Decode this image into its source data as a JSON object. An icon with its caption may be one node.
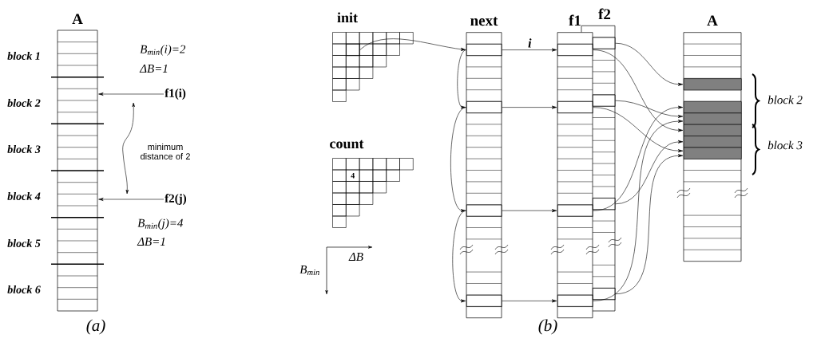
{
  "diagram": {
    "nodes": [
      {
        "text": [
          "A"
        ]
      },
      {
        "text": [
          "f1(i)"
        ]
      },
      {
        "text": [
          "f2(j)"
        ]
      },
      {
        "text": [
          "init"
        ]
      },
      {
        "text": [
          "count",
          "4"
        ]
      },
      {
        "text": [
          "next"
        ]
      },
      {
        "text": [
          "f1"
        ]
      },
      {
        "text": [
          "f2"
        ]
      },
      {
        "text": [
          "A"
        ]
      },
      {
        "text": [],
        "shape": "box",
        "in": 3
      },
      {
        "text": [],
        "shape": "box",
        "in": 5
      },
      {
        "text": [],
        "shape": "box",
        "in": 5
      },
      {
        "text": [],
        "shape": "box",
        "in": 5
      },
      {
        "text": [],
        "shape": "box",
        "in": 5
      },
      {
        "text": [],
        "shape": "box",
        "in": 6
      },
      {
        "text": [],
        "shape": "box",
        "in": 6
      },
      {
        "text": [],
        "shape": "box",
        "in": 6
      },
      {
        "text": [],
        "shape": "box",
        "in": 6
      },
      {
        "text": [],
        "shape": "box",
        "in": 7
      },
      {
        "text": [],
        "shape": "box",
        "in": 7
      },
      {
        "text": [],
        "shape": "box",
        "in": 7
      },
      {
        "text": [],
        "shape": "box",
        "in": 7
      },
      {
        "text": [],
        "shape": "box",
        "in": 8
      },
      {
        "text": [],
        "shape": "box",
        "in": 8
      },
      {
        "text": [],
        "shape": "box",
        "in": 8
      },
      {
        "text": [],
        "shape": "box",
        "in": 8
      },
      {
        "text": [],
        "shape": "box",
        "in": 8
      },
      {
        "text": [],
        "shape": "box",
        "in": 8
      }
    ],
    "edges": [
      {
        "from": 1,
        "to": 0,
        "arrow": "to"
      },
      {
        "from": 2,
        "to": 0,
        "arrow": "to"
      },
      {
        "from": 9,
        "to": 10,
        "arrow": "to"
      },
      {
        "from": 10,
        "to": 14,
        "arrow": "to",
        "label": "i"
      },
      {
        "from": 11,
        "to": 15,
        "arrow": "to"
      },
      {
        "from": 12,
        "to": 16,
        "arrow": "to"
      },
      {
        "from": 13,
        "to": 17,
        "arrow": "to"
      },
      {
        "from": 10,
        "to": 11,
        "arrow": "to"
      },
      {
        "from": 11,
        "to": 12,
        "arrow": "to"
      },
      {
        "from": 12,
        "to": 13,
        "arrow": "to"
      },
      {
        "from": 18,
        "to": 22,
        "arrow": "to"
      },
      {
        "from": 14,
        "to": 25,
        "arrow": "to"
      },
      {
        "from": 19,
        "to": 24,
        "arrow": "to"
      },
      {
        "from": 15,
        "to": 27,
        "arrow": "to"
      },
      {
        "from": 16,
        "to": 23,
        "arrow": "to"
      },
      {
        "from": 20,
        "to": 26,
        "arrow": "to"
      },
      {
        "from": 17,
        "to": 24,
        "arrow": "to"
      },
      {
        "from": 21,
        "to": 27,
        "arrow": "to"
      }
    ],
    "labels": [
      "block 1",
      "block 2",
      "block 3",
      "block 4",
      "block 5",
      "block 6",
      "B$_{min}$(i)=2",
      "ΔB=1",
      "minimum distance of 2",
      "B$_{min}$(j)=4",
      "ΔB=1",
      "(a)",
      "ΔB",
      "B$_{min}$",
      "block 2",
      "block 3",
      "(b)"
    ]
  }
}
